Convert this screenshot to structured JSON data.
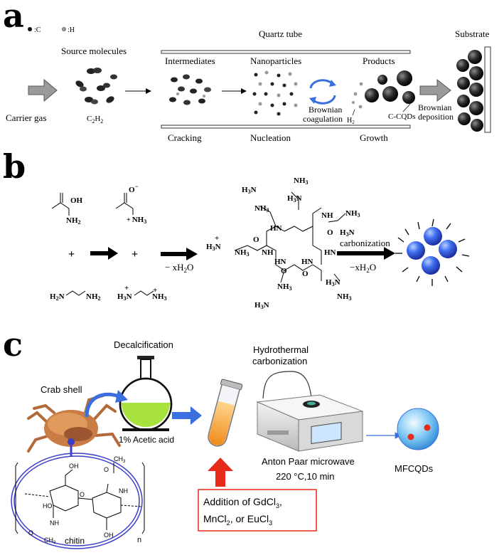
{
  "panels": {
    "a": {
      "letter": "a",
      "legend": {
        "c": "C",
        "h": "H"
      },
      "quartz_tube": "Quartz tube",
      "source_molecules": "Source molecules",
      "carrier_gas": "Carrier gas",
      "c2h2_base": "C",
      "c2h2_sub1": "2",
      "c2h2_h": "H",
      "c2h2_sub2": "2",
      "intermediates": "Intermediates",
      "nanoparticles": "Nanoparticles",
      "products": "Products",
      "brownian_coag_1": "Brownian",
      "brownian_coag_2": "coagulation",
      "h2_base": "H",
      "h2_sub": "2",
      "c_cqds": "C-CQDs",
      "brownian_dep_1": "Brownian",
      "brownian_dep_2": "deposition",
      "substrate": "Substrate",
      "cracking": "Cracking",
      "nucleation": "Nucleation",
      "growth": "Growth"
    },
    "b": {
      "letter": "b",
      "oh": "OH",
      "o_minus": "O",
      "nh2": "NH",
      "nh3": "NH",
      "h2n_base": "H",
      "ending_nh2": "NH",
      "minus_xh2o": "− xH",
      "minus_xh2o_end": "O",
      "carbonization": "carbonization",
      "minus_xh2o_2": "−xH",
      "minus_xh2o_2_end": "O",
      "hn": "HN",
      "nh": "NH",
      "o": "O",
      "plus": "+",
      "minus": "−",
      "sub2": "2",
      "sub3": "3",
      "h3n": "H"
    },
    "c": {
      "letter": "c",
      "decalcification": "Decalcification",
      "crab_shell": "Crab shell",
      "acetic_acid": "1% Acetic acid",
      "hydrothermal_1": "Hydrothermal",
      "hydrothermal_2": "carbonization",
      "anton_paar": "Anton Paar microwave",
      "conditions": "220 °C,10 min",
      "mfcqds": "MFCQDs",
      "addition_line1_a": "Addition of GdCl",
      "addition_line1_sub": "3",
      "addition_line1_b": ",",
      "addition_line2_a": "MnCl",
      "addition_line2_sub1": "2",
      "addition_line2_b": ", or EuCl",
      "addition_line2_sub2": "3",
      "chitin": "chitin",
      "n": "n",
      "ch3": "CH",
      "ch3_sub": "3",
      "nh": "NH",
      "oh": "OH",
      "ho": "HO",
      "o": "O"
    }
  },
  "colors": {
    "arrow_gray": "#9a9a9a",
    "flask_green": "#a8e23c",
    "blue_arrow": "#3b6fe0",
    "red_arrow": "#e82a1a",
    "tube_orange": "#f49a2a",
    "ring_blue": "#3b3fc8",
    "dot_blue": "#3d72e8"
  }
}
